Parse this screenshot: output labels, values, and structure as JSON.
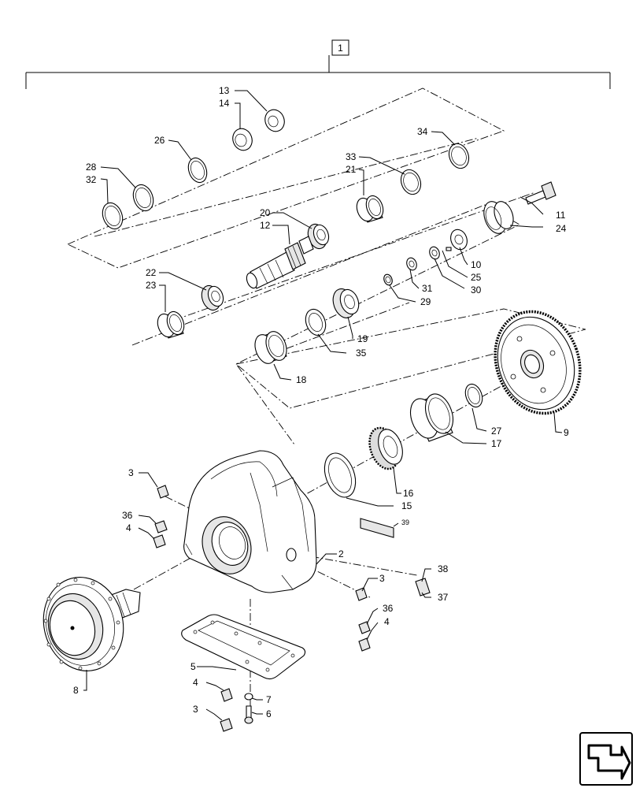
{
  "assembly": {
    "label": "1"
  },
  "callouts": {
    "c2": "2",
    "c3a": "3",
    "c3b": "3",
    "c3c": "3",
    "c4a": "4",
    "c4b": "4",
    "c4c": "4",
    "c5": "5",
    "c6": "6",
    "c7": "7",
    "c8": "8",
    "c9": "9",
    "c10": "10",
    "c11": "11",
    "c12": "12",
    "c13": "13",
    "c14": "14",
    "c15": "15",
    "c16": "16",
    "c17": "17",
    "c18": "18",
    "c19": "19",
    "c20": "20",
    "c21": "21",
    "c22": "22",
    "c23": "23",
    "c24": "24",
    "c25": "25",
    "c26": "26",
    "c27": "27",
    "c28": "28",
    "c29": "29",
    "c30": "30",
    "c31": "31",
    "c32": "32",
    "c33": "33",
    "c34": "34",
    "c35": "35",
    "c36a": "36",
    "c36b": "36",
    "c37": "37",
    "c38": "38",
    "c39": "39"
  },
  "nav": {
    "icon": "next-page-arrow-icon"
  }
}
